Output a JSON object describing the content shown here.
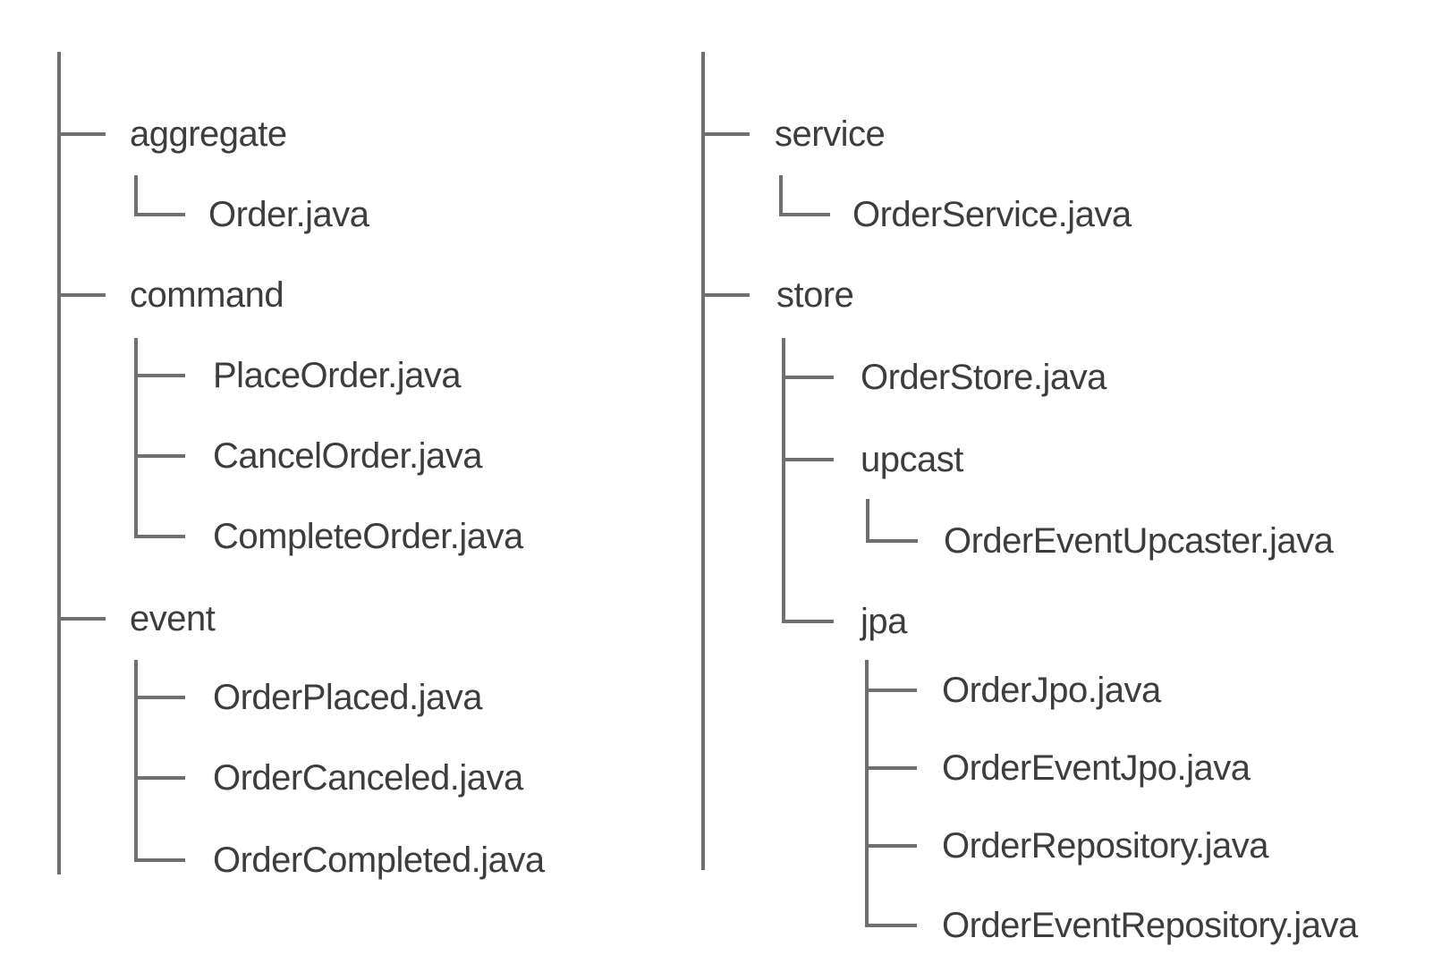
{
  "diagram_type": "file-tree",
  "colors": {
    "line": "#6f6f6f",
    "text": "#3d3d3d",
    "background": "#ffffff"
  },
  "left_tree": {
    "folders": [
      {
        "label": "aggregate",
        "children": [
          {
            "label": "Order.java"
          }
        ]
      },
      {
        "label": "command",
        "children": [
          {
            "label": "PlaceOrder.java"
          },
          {
            "label": "CancelOrder.java"
          },
          {
            "label": "CompleteOrder.java"
          }
        ]
      },
      {
        "label": "event",
        "children": [
          {
            "label": "OrderPlaced.java"
          },
          {
            "label": "OrderCanceled.java"
          },
          {
            "label": "OrderCompleted.java"
          }
        ]
      }
    ]
  },
  "right_tree": {
    "folders": [
      {
        "label": "service",
        "children": [
          {
            "label": "OrderService.java"
          }
        ]
      },
      {
        "label": "store",
        "children": [
          {
            "label": "OrderStore.java"
          },
          {
            "label": "upcast",
            "children": [
              {
                "label": "OrderEventUpcaster.java"
              }
            ]
          },
          {
            "label": "jpa",
            "children": [
              {
                "label": "OrderJpo.java"
              },
              {
                "label": "OrderEventJpo.java"
              },
              {
                "label": "OrderRepository.java"
              },
              {
                "label": "OrderEventRepository.java"
              }
            ]
          }
        ]
      }
    ]
  }
}
